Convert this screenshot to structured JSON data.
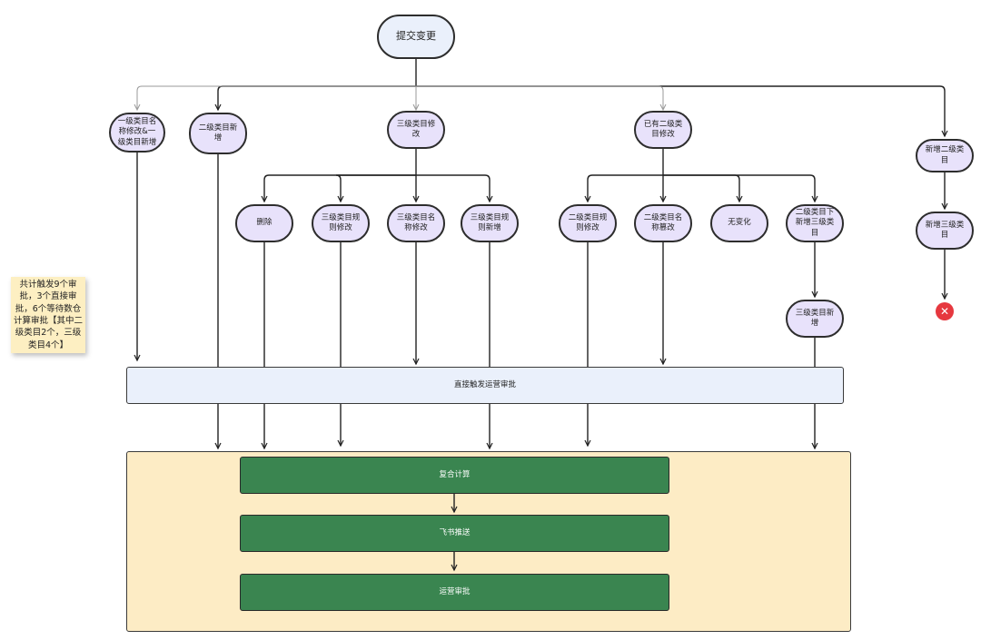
{
  "nodes": {
    "root": "提交变更",
    "l1_name_change": "一级类目名称修改&一级类目新增",
    "l2_new": "二级类目新增",
    "l3_change": "三级类目修改",
    "l2_existing_change": "已有二级类目修改",
    "add_l2": "新增二级类目",
    "delete": "删除",
    "l3_rule_change": "三级类目规则修改",
    "l3_name_change": "三级类目名称修改",
    "l3_rule_new": "三级类目规则新增",
    "l2_rule_change": "二级类目规则修改",
    "l2_name_change": "二级类目名称篡改",
    "no_change": "无变化",
    "l2_add_l3": "二级类目下新增三级类目",
    "add_l3": "新增三级类目",
    "l3_new": "三级类目新增",
    "direct_approval": "直接触发运营审批",
    "composite_calc": "复合计算",
    "feishu_push": "飞书推送",
    "ops_approval": "运营审批"
  },
  "note": "共计触发9个审批，3个直接审批，6个等待数仓计算审批【其中二级类目2个，三级类目4个】",
  "stop_icon": "✕",
  "colors": {
    "node_fill": "#e8e2fb",
    "start_fill": "#eaf0fb",
    "bar_fill": "#eaf0fb",
    "container_fill": "#fdecc5",
    "green_fill": "#3a8550",
    "note_fill": "#fdefc2",
    "stop_fill": "#e6383f"
  }
}
